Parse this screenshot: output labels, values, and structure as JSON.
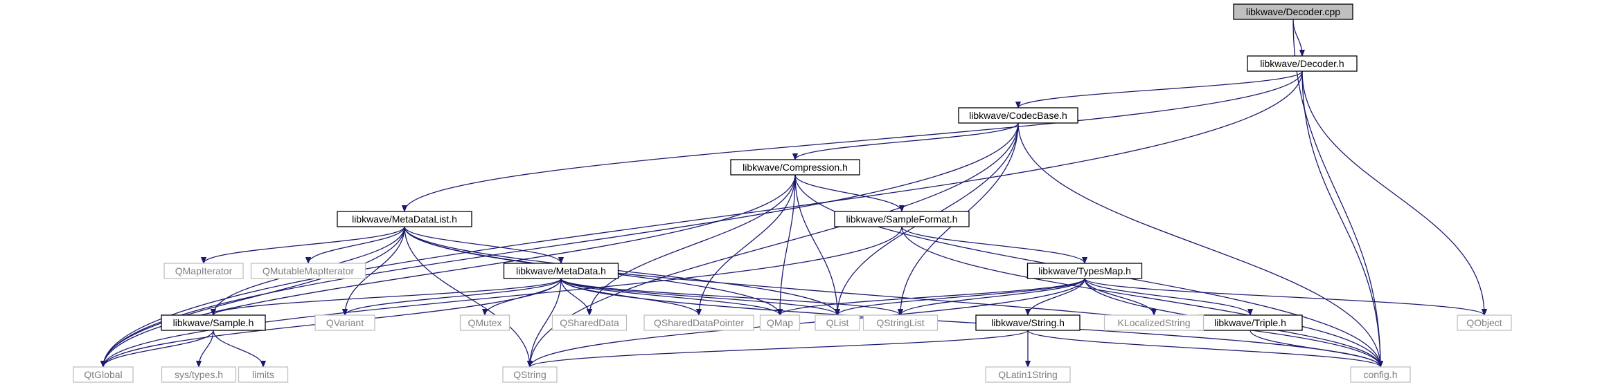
{
  "graph": {
    "edge_color": "#191970",
    "nodes": [
      {
        "id": "decoder_cpp",
        "label": "libkwave/Decoder.cpp",
        "kind": "root"
      },
      {
        "id": "decoder_h",
        "label": "libkwave/Decoder.h",
        "kind": "doc"
      },
      {
        "id": "codecbase_h",
        "label": "libkwave/CodecBase.h",
        "kind": "doc"
      },
      {
        "id": "compression_h",
        "label": "libkwave/Compression.h",
        "kind": "doc"
      },
      {
        "id": "metadatalist_h",
        "label": "libkwave/MetaDataList.h",
        "kind": "doc"
      },
      {
        "id": "sampleformat_h",
        "label": "libkwave/SampleFormat.h",
        "kind": "doc"
      },
      {
        "id": "metadata_h",
        "label": "libkwave/MetaData.h",
        "kind": "doc"
      },
      {
        "id": "typesmap_h",
        "label": "libkwave/TypesMap.h",
        "kind": "doc"
      },
      {
        "id": "sample_h",
        "label": "libkwave/Sample.h",
        "kind": "doc"
      },
      {
        "id": "string_h",
        "label": "libkwave/String.h",
        "kind": "doc"
      },
      {
        "id": "triple_h",
        "label": "libkwave/Triple.h",
        "kind": "doc"
      },
      {
        "id": "qmapiterator",
        "label": "QMapIterator",
        "kind": "ext"
      },
      {
        "id": "qmutablemapiterator",
        "label": "QMutableMapIterator",
        "kind": "ext"
      },
      {
        "id": "qvariant",
        "label": "QVariant",
        "kind": "ext"
      },
      {
        "id": "qmutex",
        "label": "QMutex",
        "kind": "ext"
      },
      {
        "id": "qshareddata",
        "label": "QSharedData",
        "kind": "ext"
      },
      {
        "id": "qshareddatapointer",
        "label": "QSharedDataPointer",
        "kind": "ext"
      },
      {
        "id": "qmap",
        "label": "QMap",
        "kind": "ext"
      },
      {
        "id": "qlist",
        "label": "QList",
        "kind": "ext"
      },
      {
        "id": "qstringlist",
        "label": "QStringList",
        "kind": "ext"
      },
      {
        "id": "klocalizedstring",
        "label": "KLocalizedString",
        "kind": "ext"
      },
      {
        "id": "qobject",
        "label": "QObject",
        "kind": "ext"
      },
      {
        "id": "qtglobal",
        "label": "QtGlobal",
        "kind": "ext"
      },
      {
        "id": "systypes_h",
        "label": "sys/types.h",
        "kind": "ext"
      },
      {
        "id": "limits",
        "label": "limits",
        "kind": "ext"
      },
      {
        "id": "qstring",
        "label": "QString",
        "kind": "ext"
      },
      {
        "id": "qlatin1string",
        "label": "QLatin1String",
        "kind": "ext"
      },
      {
        "id": "config_h",
        "label": "config.h",
        "kind": "ext"
      }
    ],
    "edges": [
      [
        "decoder_cpp",
        "decoder_h"
      ],
      [
        "decoder_cpp",
        "config_h"
      ],
      [
        "decoder_h",
        "codecbase_h"
      ],
      [
        "decoder_h",
        "metadatalist_h"
      ],
      [
        "decoder_h",
        "qtglobal"
      ],
      [
        "decoder_h",
        "qobject"
      ],
      [
        "decoder_h",
        "config_h"
      ],
      [
        "codecbase_h",
        "compression_h"
      ],
      [
        "codecbase_h",
        "qtglobal"
      ],
      [
        "codecbase_h",
        "qstring"
      ],
      [
        "codecbase_h",
        "qlist"
      ],
      [
        "codecbase_h",
        "qstringlist"
      ],
      [
        "codecbase_h",
        "config_h"
      ],
      [
        "compression_h",
        "sampleformat_h"
      ],
      [
        "compression_h",
        "qtglobal"
      ],
      [
        "compression_h",
        "qshareddata"
      ],
      [
        "compression_h",
        "qshareddatapointer"
      ],
      [
        "compression_h",
        "qmap"
      ],
      [
        "compression_h",
        "qlist"
      ],
      [
        "compression_h",
        "config_h"
      ],
      [
        "metadatalist_h",
        "metadata_h"
      ],
      [
        "metadatalist_h",
        "sample_h"
      ],
      [
        "metadatalist_h",
        "qtglobal"
      ],
      [
        "metadatalist_h",
        "qmapiterator"
      ],
      [
        "metadatalist_h",
        "qmutablemapiterator"
      ],
      [
        "metadatalist_h",
        "qvariant"
      ],
      [
        "metadatalist_h",
        "qstring"
      ],
      [
        "metadatalist_h",
        "qmap"
      ],
      [
        "metadatalist_h",
        "qlist"
      ],
      [
        "metadatalist_h",
        "config_h"
      ],
      [
        "sampleformat_h",
        "typesmap_h"
      ],
      [
        "sampleformat_h",
        "qtglobal"
      ],
      [
        "sampleformat_h",
        "config_h"
      ],
      [
        "metadata_h",
        "sample_h"
      ],
      [
        "metadata_h",
        "qtglobal"
      ],
      [
        "metadata_h",
        "qvariant"
      ],
      [
        "metadata_h",
        "qmutex"
      ],
      [
        "metadata_h",
        "qstring"
      ],
      [
        "metadata_h",
        "qshareddata"
      ],
      [
        "metadata_h",
        "qshareddatapointer"
      ],
      [
        "metadata_h",
        "qmap"
      ],
      [
        "metadata_h",
        "qlist"
      ],
      [
        "metadata_h",
        "qstringlist"
      ],
      [
        "metadata_h",
        "config_h"
      ],
      [
        "typesmap_h",
        "qmap"
      ],
      [
        "typesmap_h",
        "qlist"
      ],
      [
        "typesmap_h",
        "qstringlist"
      ],
      [
        "typesmap_h",
        "qstring"
      ],
      [
        "typesmap_h",
        "string_h"
      ],
      [
        "typesmap_h",
        "klocalizedstring"
      ],
      [
        "typesmap_h",
        "triple_h"
      ],
      [
        "typesmap_h",
        "qobject"
      ],
      [
        "typesmap_h",
        "config_h"
      ],
      [
        "sample_h",
        "qtglobal"
      ],
      [
        "sample_h",
        "systypes_h"
      ],
      [
        "sample_h",
        "limits"
      ],
      [
        "string_h",
        "qstring"
      ],
      [
        "string_h",
        "qlatin1string"
      ],
      [
        "string_h",
        "config_h"
      ],
      [
        "triple_h",
        "config_h"
      ]
    ]
  }
}
